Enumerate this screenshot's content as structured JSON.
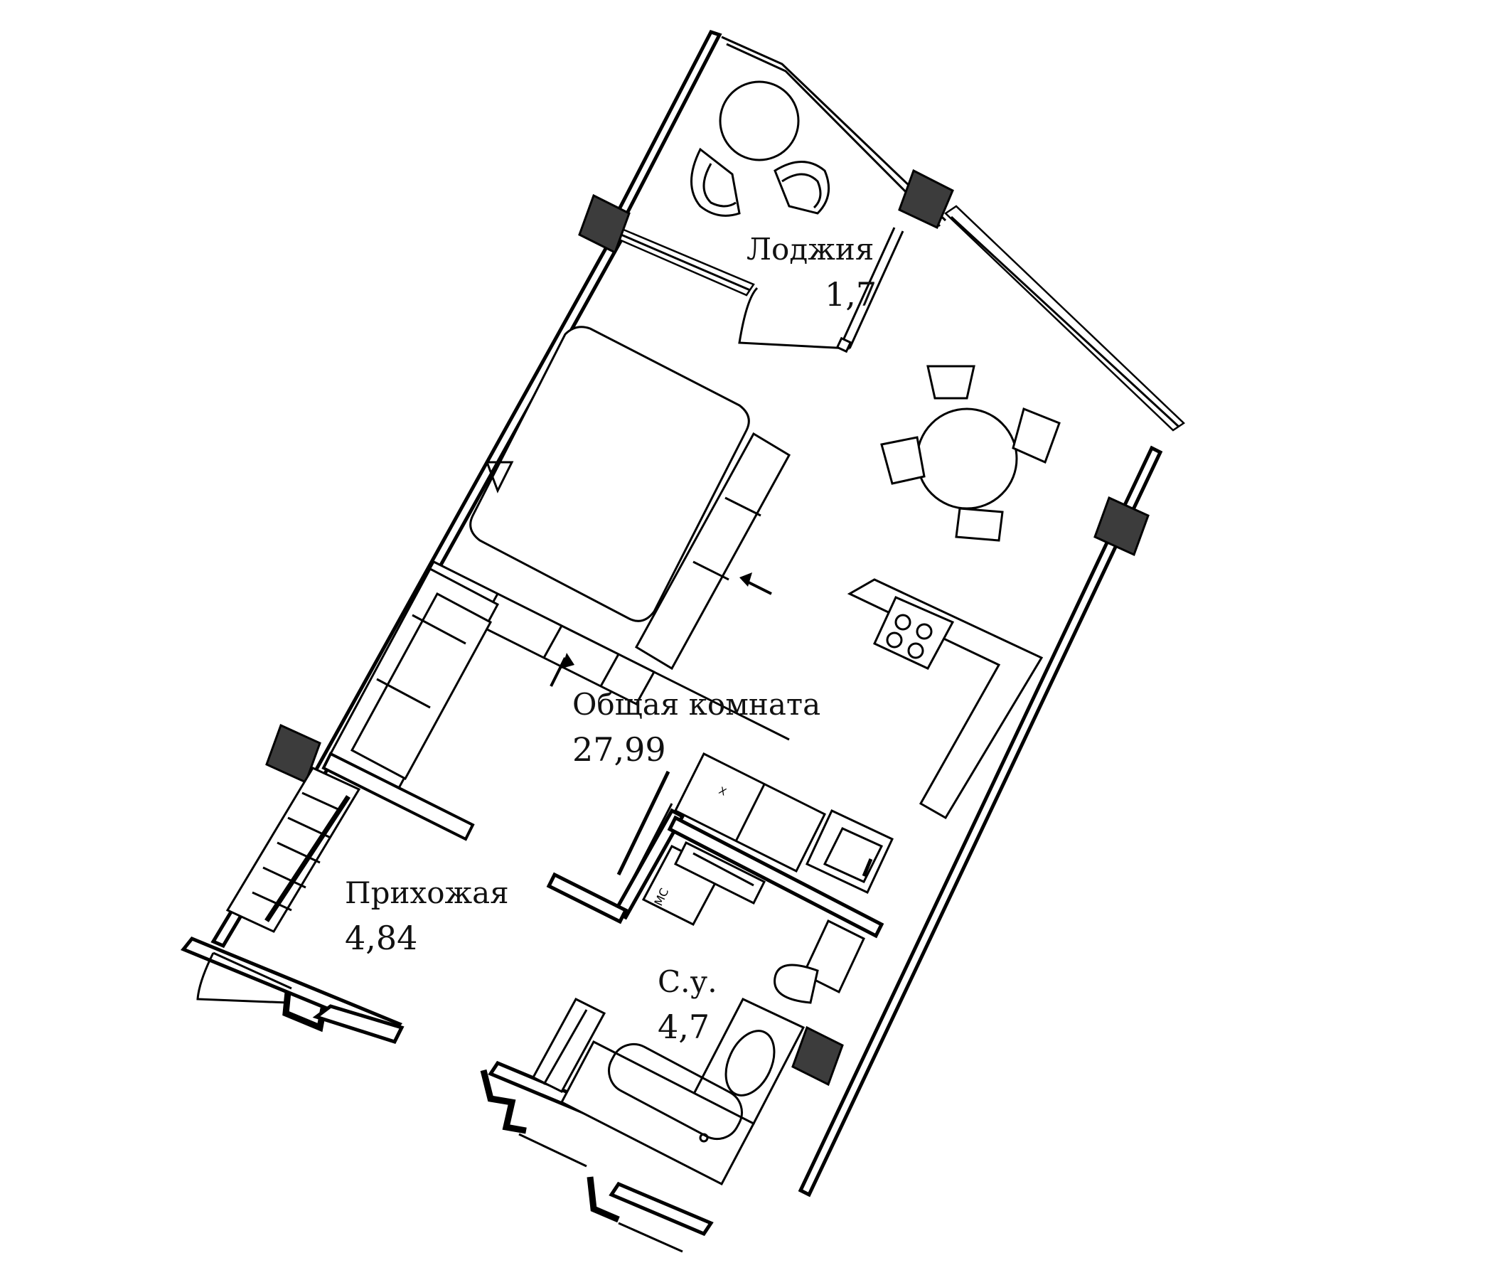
{
  "rooms": {
    "loggia": {
      "label": "Лоджия",
      "area": "1,7"
    },
    "living": {
      "label": "Общая комната",
      "area": "27,99"
    },
    "hallway": {
      "label": "Прихожая",
      "area": "4,84"
    },
    "bathroom": {
      "label": "С.у.",
      "area": "4,7"
    }
  },
  "fixtures": {
    "washing_machine_mark": "МС",
    "fridge_mark": "Х"
  }
}
